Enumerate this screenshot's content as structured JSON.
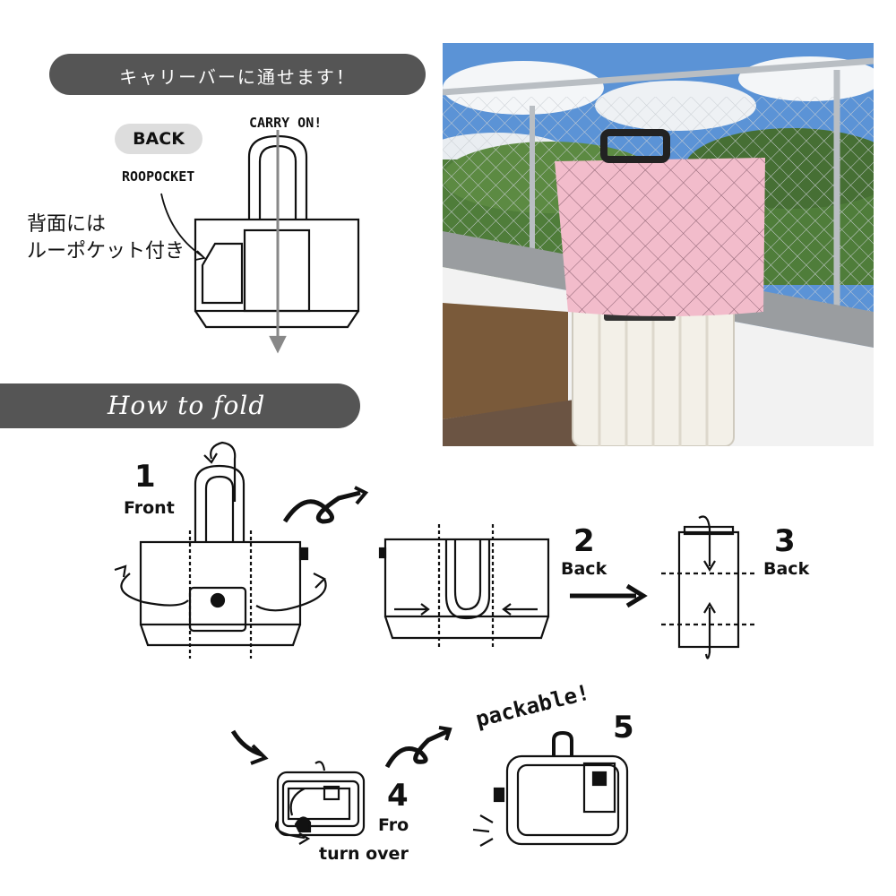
{
  "header": {
    "carry_title": "キャリーバーに通せます！",
    "fold_title": "How to fold"
  },
  "back_diagram": {
    "back_label": "BACK",
    "carry_on_label": "CARRY ON!",
    "pocket_label": "ROOPOCKET",
    "jp_line1": "背面には",
    "jp_line2": "ルーポケット付き"
  },
  "steps": [
    {
      "number": "1",
      "label": "Front"
    },
    {
      "number": "2",
      "label": "Back"
    },
    {
      "number": "3",
      "label": "Back"
    },
    {
      "number": "4",
      "label": "Fro",
      "extra": "turn over"
    },
    {
      "number": "5",
      "label": "packable!"
    }
  ],
  "photo": {
    "subject": "pink quilted bag on white suitcase on balcony"
  },
  "colors": {
    "banner": "#555555",
    "pill": "#dddddd",
    "bag_pink": "#f0b8c8",
    "sky": "#4a86c8"
  }
}
